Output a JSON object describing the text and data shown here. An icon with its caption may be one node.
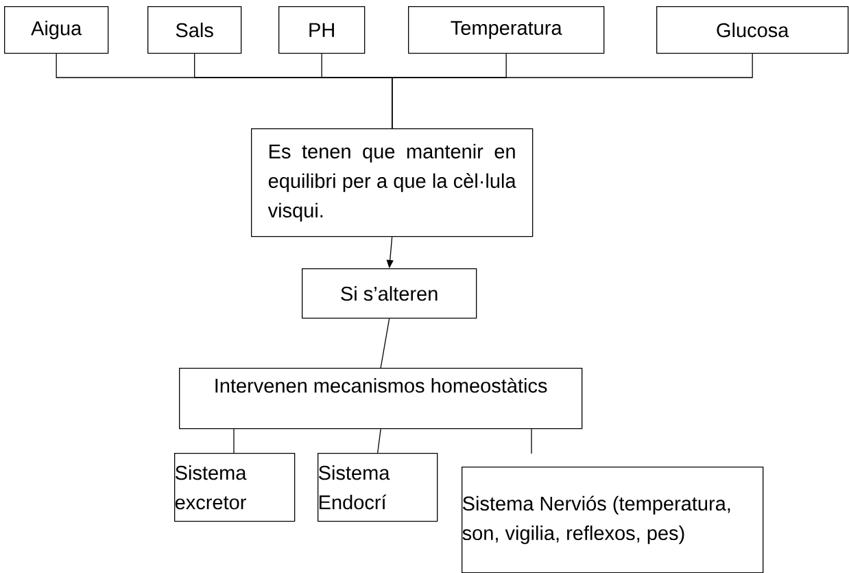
{
  "diagram": {
    "nodes": [
      {
        "text": [
          "Aigua"
        ]
      },
      {
        "text": [
          "Sals"
        ]
      },
      {
        "text": [
          "PH"
        ]
      },
      {
        "text": [
          "Temperatura"
        ]
      },
      {
        "text": [
          "Glucosa"
        ]
      },
      {
        "text": [
          "Es tenen que mantenir en equilibri per a que la cèl·lula visqui."
        ]
      },
      {
        "text": [
          "Si s’alteren"
        ]
      },
      {
        "text": [
          "Intervenen mecanismos homeostàtics"
        ]
      },
      {
        "text": [
          "Sistema excretor"
        ]
      },
      {
        "text": [
          "Sistema Endocrí"
        ]
      },
      {
        "text": [
          "Sistema Nerviós (temperatura, son, vigilia, reflexos, pes)"
        ]
      }
    ],
    "edges": [
      {
        "from": 0,
        "to": 5,
        "arrow": "none"
      },
      {
        "from": 1,
        "to": 5,
        "arrow": "none"
      },
      {
        "from": 2,
        "to": 5,
        "arrow": "none"
      },
      {
        "from": 3,
        "to": 5,
        "arrow": "none"
      },
      {
        "from": 4,
        "to": 5,
        "arrow": "none"
      },
      {
        "from": 5,
        "to": 6,
        "arrow": "to"
      },
      {
        "from": 6,
        "to": 7,
        "arrow": "none"
      },
      {
        "from": 7,
        "to": 8,
        "arrow": "none"
      },
      {
        "from": 7,
        "to": 9,
        "arrow": "none"
      },
      {
        "from": 7,
        "to": null,
        "arrow": "none"
      }
    ]
  }
}
